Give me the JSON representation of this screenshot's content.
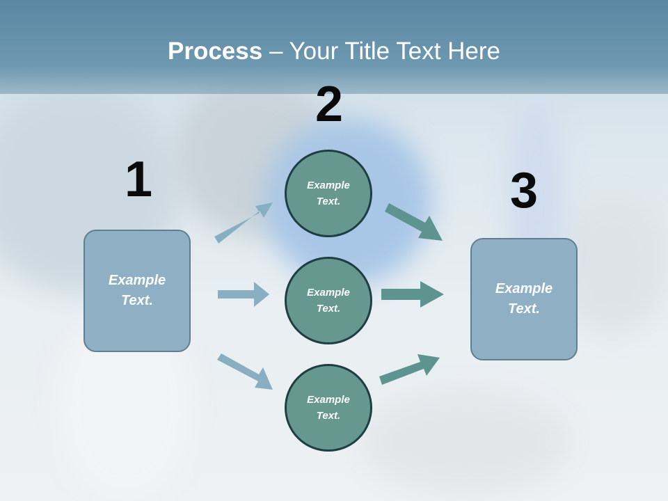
{
  "title": {
    "bold": "Process",
    "rest": " – Your Title Text Here"
  },
  "steps": {
    "one": "1",
    "two": "2",
    "three": "3"
  },
  "left_box": {
    "line1": "Example",
    "line2": "Text."
  },
  "right_box": {
    "line1": "Example",
    "line2": "Text."
  },
  "circles": [
    {
      "line1": "Example",
      "line2": "Text."
    },
    {
      "line1": "Example",
      "line2": "Text."
    },
    {
      "line1": "Example",
      "line2": "Text."
    }
  ],
  "colors": {
    "header": "#5a87a2",
    "box_fill": "#8fb0c4",
    "circle_fill": "#66988f",
    "circle_border": "#1f3e44",
    "arrow_light": "#88aec2",
    "arrow_dark": "#5e9490"
  }
}
